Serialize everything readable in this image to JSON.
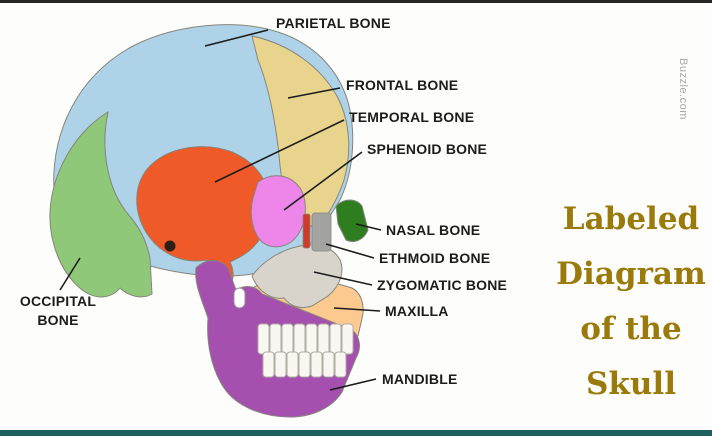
{
  "watermark": "Buzzle.com",
  "title": {
    "lines": [
      "Labeled",
      "Diagram",
      "of the",
      "Skull"
    ],
    "color": "#9a7a0a"
  },
  "labels": [
    {
      "bone": "parietal",
      "text": "PARIETAL BONE"
    },
    {
      "bone": "frontal",
      "text": "FRONTAL BONE"
    },
    {
      "bone": "temporal",
      "text": "TEMPORAL BONE"
    },
    {
      "bone": "sphenoid",
      "text": "SPHENOID BONE"
    },
    {
      "bone": "nasal",
      "text": "NASAL BONE"
    },
    {
      "bone": "ethmoid",
      "text": "ETHMOID BONE"
    },
    {
      "bone": "zygomatic",
      "text": "ZYGOMATIC BONE"
    },
    {
      "bone": "maxilla",
      "text": "MAXILLA"
    },
    {
      "bone": "mandible",
      "text": "MANDIBLE"
    },
    {
      "bone": "occipital",
      "text": "OCCIPITAL BONE"
    }
  ],
  "colors": {
    "parietal": "#aed3e8",
    "frontal": "#e9d48e",
    "temporal": "#f05a28",
    "sphenoid": "#ee85e8",
    "nasal": "#2e7d1f",
    "ethmoid_red": "#d03a2a",
    "ethmoid_gray": "#a3a3a0",
    "zygomatic": "#d8d4cc",
    "maxilla": "#fcc98e",
    "mandible": "#a550ae",
    "occipital": "#8fc878",
    "teeth": "#f8f7f2",
    "leader_line": "#1c1c1c",
    "label_text": "#1c1c1c",
    "border_top": "#262626",
    "border_bottom": "#1e5f5f",
    "background": "#fdfdfb"
  }
}
